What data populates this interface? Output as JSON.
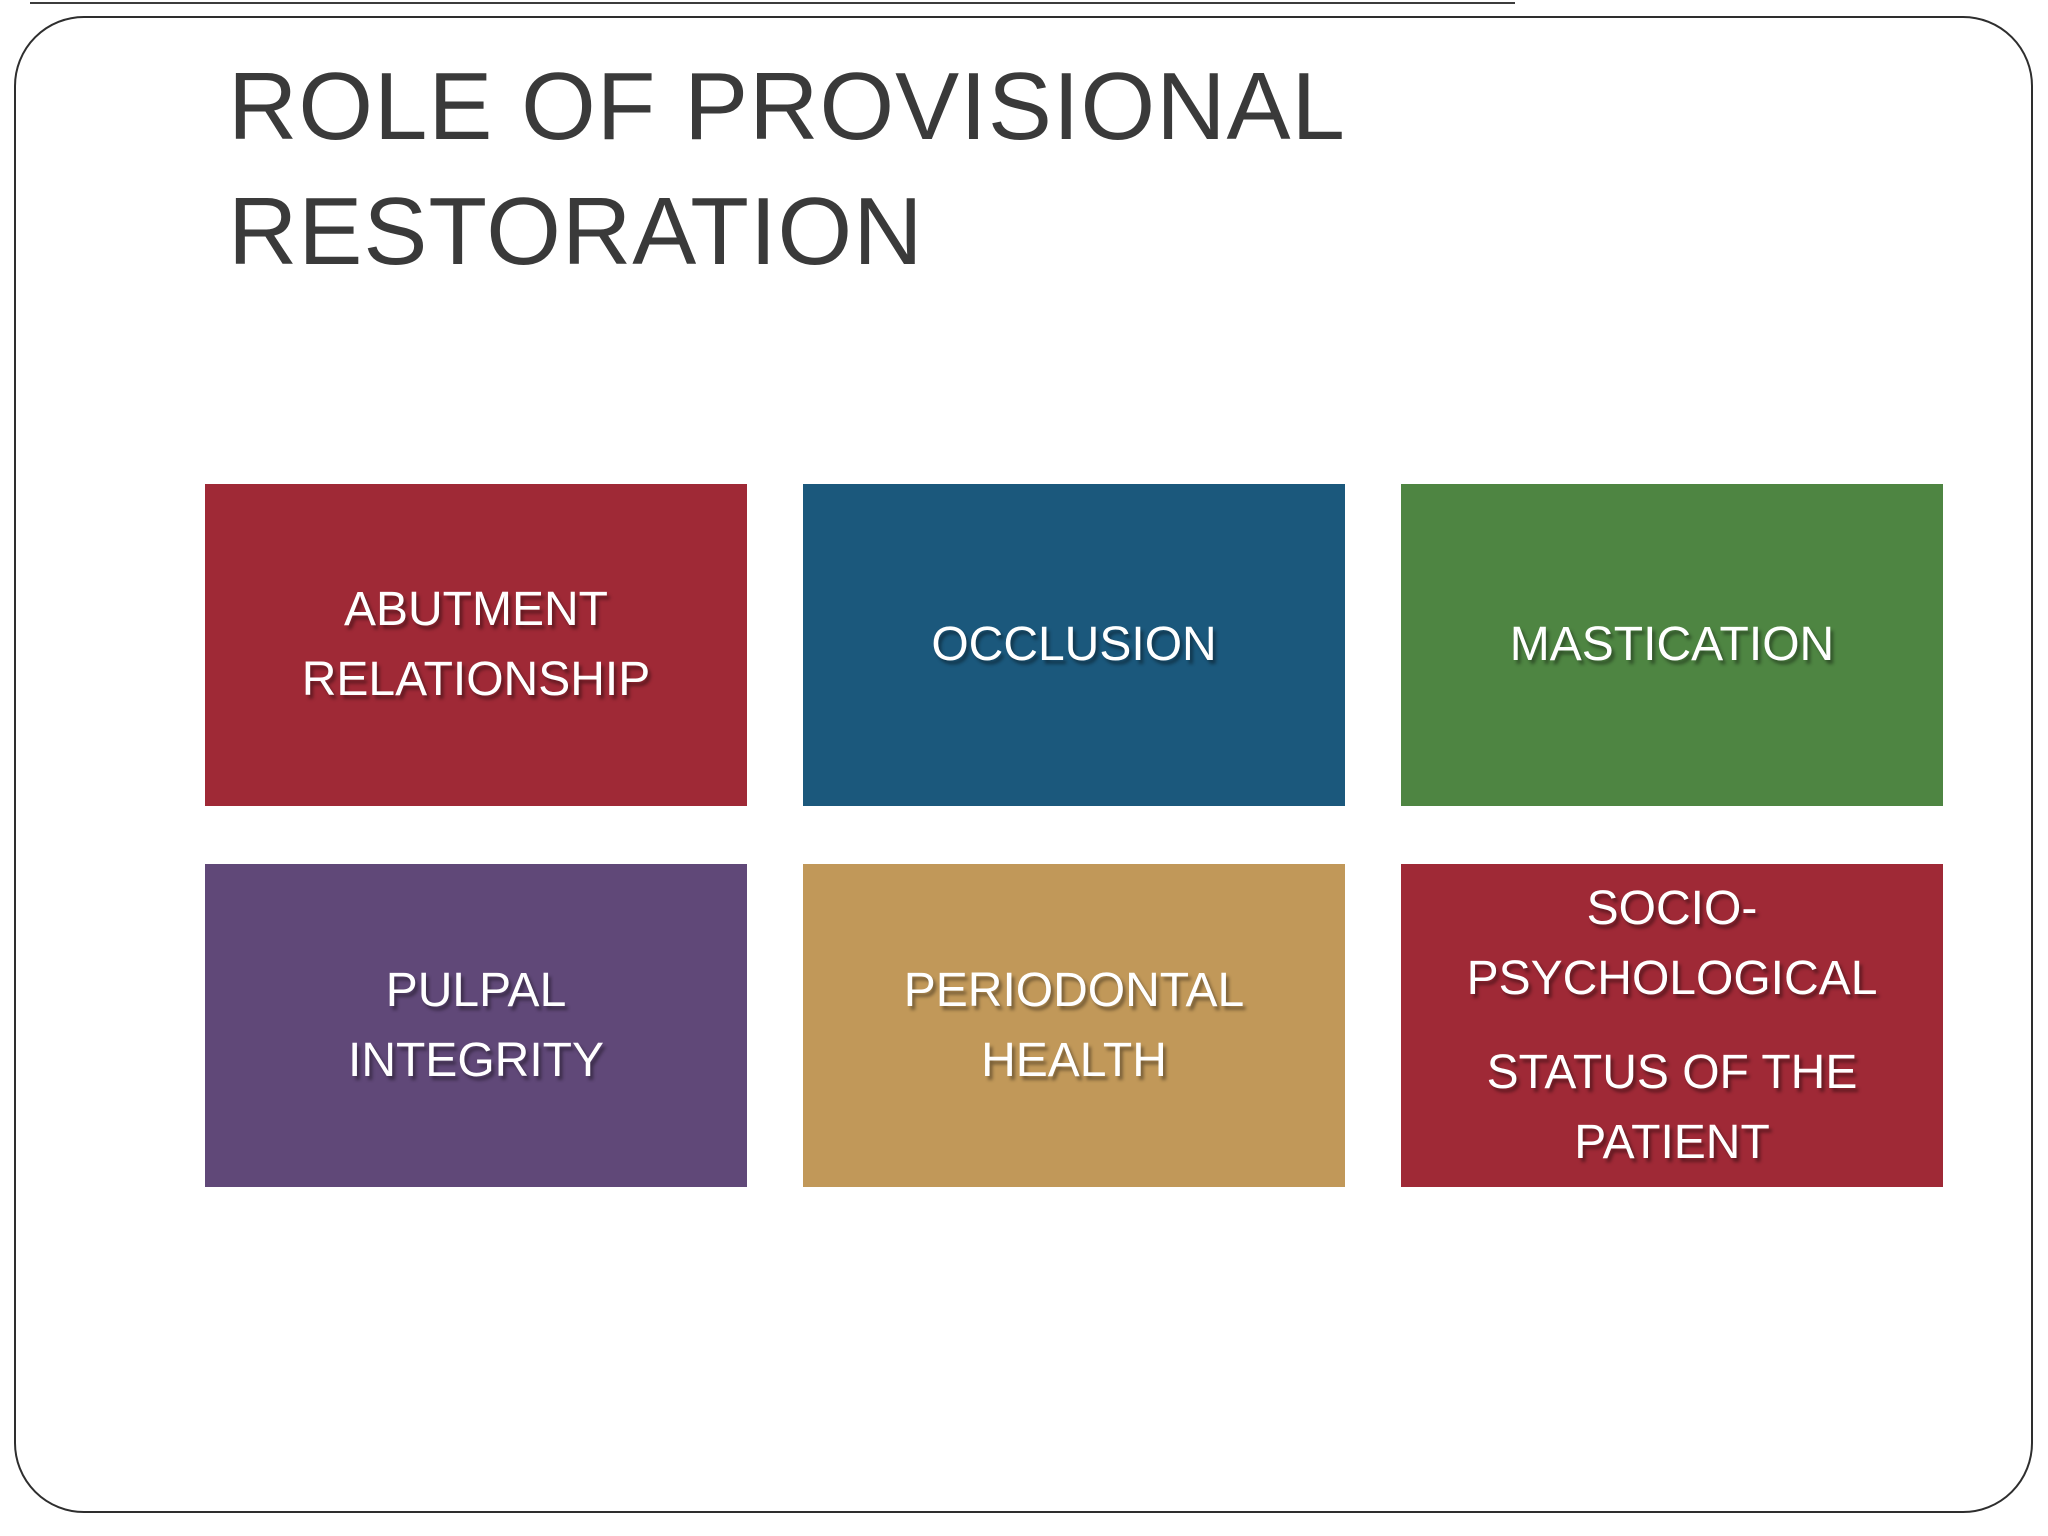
{
  "slide": {
    "title": "ROLE OF PROVISIONAL\nRESTORATION",
    "title_color": "#3a3a3a",
    "background_color": "#ffffff",
    "frame_border_color": "#2e2e2e",
    "tile_text_color": "#ffffff"
  },
  "tiles": [
    {
      "label": "ABUTMENT\nRELATIONSHIP",
      "color": "#9f2936"
    },
    {
      "label": "OCCLUSION",
      "color": "#1b587c"
    },
    {
      "label": "MASTICATION",
      "color": "#4e8542"
    },
    {
      "label": "PULPAL\nINTEGRITY",
      "color": "#604878"
    },
    {
      "label": "PERIODONTAL\nHEALTH",
      "color": "#c19859"
    },
    {
      "label": "SOCIO-\nPSYCHOLOGICAL",
      "label2": "STATUS OF THE\nPATIENT",
      "color": "#9f2936"
    }
  ]
}
